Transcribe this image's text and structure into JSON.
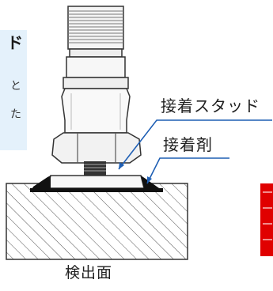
{
  "side_panel": {
    "heading": "ド",
    "line1": "と",
    "line2": "た"
  },
  "labels": {
    "stud": "接着スタッド",
    "adhesive": "接着剤",
    "surface": "検出面"
  },
  "colors": {
    "panel_bg": "#e4f1fb",
    "leader_line": "#1f5fb4",
    "adhesive": "#111111",
    "outline": "#333333",
    "warning_box": "#e00000"
  }
}
